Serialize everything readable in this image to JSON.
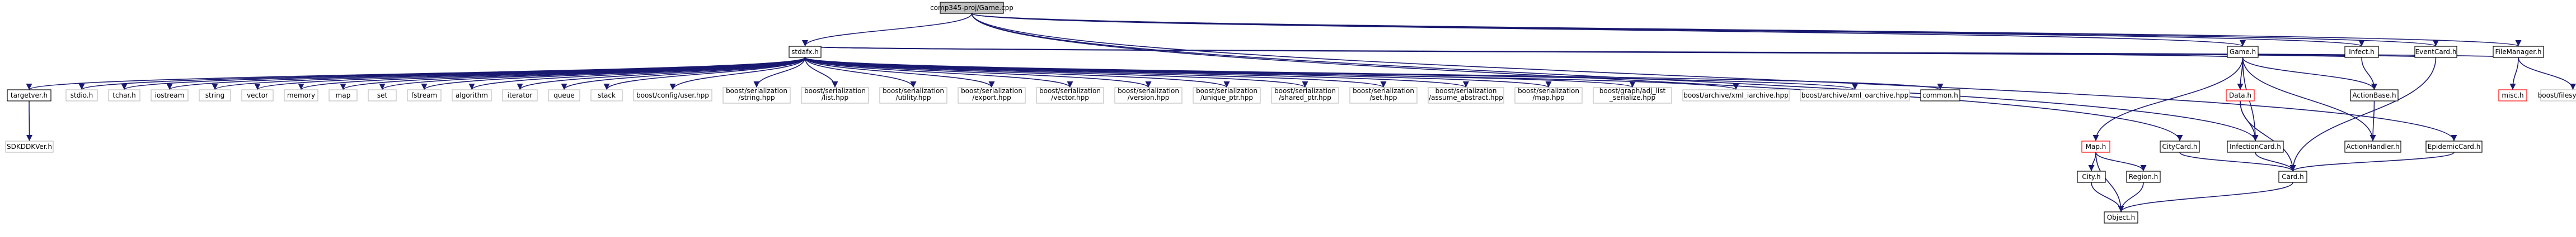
{
  "graph": {
    "nodes": {
      "root": "comp345-proj/Game.cpp",
      "stdafx": "stdafx.h",
      "targetver": "targetver.h",
      "sdkddkver": "SDKDDKVer.h",
      "stdio": "stdio.h",
      "tchar": "tchar.h",
      "iostream": "iostream",
      "string": "string",
      "vector": "vector",
      "memory": "memory",
      "map": "map",
      "set": "set",
      "fstream": "fstream",
      "algorithm": "algorithm",
      "iterator": "iterator",
      "queue": "queue",
      "stack": "stack",
      "bconfig": "boost/config/user.hpp",
      "bstring": [
        "boost/serialization",
        "/string.hpp"
      ],
      "blist": [
        "boost/serialization",
        "/list.hpp"
      ],
      "butility": [
        "boost/serialization",
        "/utility.hpp"
      ],
      "bexport": [
        "boost/serialization",
        "/export.hpp"
      ],
      "bvector": [
        "boost/serialization",
        "/vector.hpp"
      ],
      "bversion": [
        "boost/serialization",
        "/version.hpp"
      ],
      "buniq": [
        "boost/serialization",
        "/unique_ptr.hpp"
      ],
      "bshared": [
        "boost/serialization",
        "/shared_ptr.hpp"
      ],
      "bset": [
        "boost/serialization",
        "/set.hpp"
      ],
      "bassume": [
        "boost/serialization",
        "/assume_abstract.hpp"
      ],
      "bmap": [
        "boost/serialization",
        "/map.hpp"
      ],
      "badj": [
        "boost/graph/adj_list",
        "_serialize.hpp"
      ],
      "bxmlarch": "boost/archive/xml_iarchive.hpp",
      "bxmloarch": "boost/archive/xml_oarchive.hpp",
      "common": "common.h",
      "game": "Game.h",
      "infect": "Infect.h",
      "eventcard": "EventCard.h",
      "filemanager": "FileManager.h",
      "data": "Data.h",
      "actionbase": "ActionBase.h",
      "misc": "misc.h",
      "bfs": "boost/filesystem.hpp",
      "mapnode": "Map.h",
      "citycard": "CityCard.h",
      "infectioncard": "InfectionCard.h",
      "actionhandler": "ActionHandler.h",
      "epidemic": "EpidemicCard.h",
      "city": "City.h",
      "region": "Region.h",
      "card": "Card.h",
      "object": "Object.h"
    }
  }
}
